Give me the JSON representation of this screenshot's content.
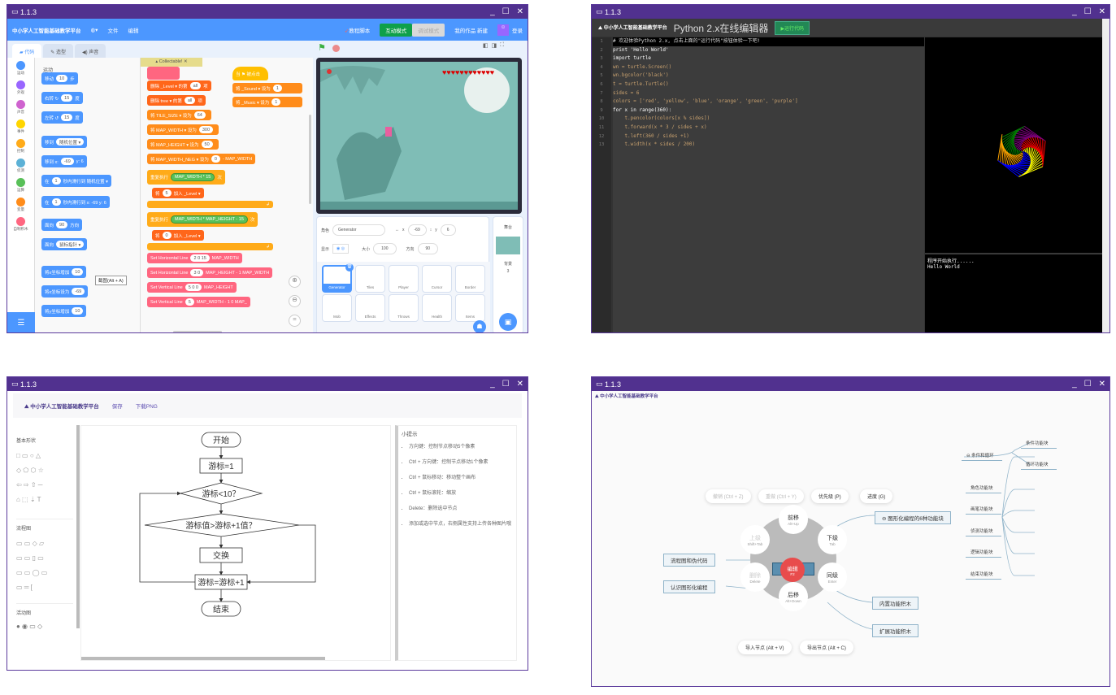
{
  "version": "1.1.3",
  "window_controls": {
    "min": "_",
    "max": "☐",
    "close": "✕"
  },
  "scratch": {
    "app_title": "中小学人工智能基础教学平台",
    "menu_file": "文件",
    "menu_edit": "编辑",
    "tutorial": "教程脚本",
    "mode_normal": "互动模式",
    "mode_other": "调试模式",
    "my_works": "我的作品 新建",
    "login": "登录",
    "tabs": [
      "代码",
      "造型",
      "声音"
    ],
    "categories": [
      {
        "label": "运动",
        "color": "#4c97ff"
      },
      {
        "label": "外观",
        "color": "#9966ff"
      },
      {
        "label": "声音",
        "color": "#cf63cf"
      },
      {
        "label": "事件",
        "color": "#ffd500"
      },
      {
        "label": "控制",
        "color": "#ffab19"
      },
      {
        "label": "侦测",
        "color": "#5cb1d6"
      },
      {
        "label": "运算",
        "color": "#59c059"
      },
      {
        "label": "变量",
        "color": "#ff8c1a"
      },
      {
        "label": "自制积木",
        "color": "#ff6680"
      }
    ],
    "palette_heading": "运动",
    "palette": [
      [
        "移动",
        "10",
        "步"
      ],
      [
        "右转 ↻",
        "15",
        "度"
      ],
      [
        "左转 ↺",
        "15",
        "度"
      ],
      [
        "移到",
        "随机位置 ▾",
        ""
      ],
      [
        "移到 x:",
        "-69",
        "y: 6"
      ],
      [
        "在",
        "1",
        "秒内滑行到 随机位置 ▾"
      ],
      [
        "在",
        "1",
        "秒内滑行到 x: -69 y: 6"
      ],
      [
        "面向",
        "90",
        "方向"
      ],
      [
        "面向",
        "鼠标指针 ▾",
        ""
      ],
      [
        "将x坐标增加",
        "10",
        ""
      ],
      [
        "将x坐标设为",
        "-69",
        ""
      ],
      [
        "将y坐标增加",
        "10",
        ""
      ]
    ],
    "sprite_tab": "Collectable!",
    "tooltip": "截图(Alt + A)",
    "scripts": [
      {
        "t": "删除 _Level ▾ 的第",
        "v": "all",
        "e": "项",
        "c": "#ff661a"
      },
      {
        "t": "删除 tree ▾ 的第",
        "v": "all",
        "e": "项",
        "c": "#ff661a"
      },
      {
        "t": "将 TILE_SIZE ▾ 设为",
        "v": "64",
        "e": "",
        "c": "#ff8c1a"
      },
      {
        "t": "将 MAP_WIDTH ▾ 设为",
        "v": "300",
        "e": "",
        "c": "#ff8c1a"
      },
      {
        "t": "将 MAP_HEIGHT ▾ 设为",
        "v": "50",
        "e": "",
        "c": "#ff8c1a"
      },
      {
        "t": "将 MAP_WIDTH_NEG ▾ 设为",
        "v": "0",
        "e": "- MAP_WIDTH",
        "c": "#ff8c1a"
      },
      {
        "t": "重复执行",
        "v": "MAP_WIDTH * 15",
        "e": "次",
        "c": "#ffab19"
      },
      {
        "t": "将",
        "v": "5",
        "e": "加入 _Level ▾",
        "c": "#ff661a"
      },
      {
        "t": "重复执行",
        "v": "MAP_WIDTH * MAP_HEIGHT - 15",
        "e": "次",
        "c": "#ffab19"
      },
      {
        "t": "将",
        "v": "0",
        "e": "加入 _Level ▾",
        "c": "#ff661a"
      },
      {
        "t": "Set Horizontal Line",
        "v": "2 0 15",
        "e": "MAP_WIDTH",
        "c": "#ff6680"
      },
      {
        "t": "Set Horizontal Line",
        "v": "3 0",
        "e": "MAP_HEIGHT - 1  MAP_WIDTH",
        "c": "#ff6680"
      },
      {
        "t": "Set Vertical Line",
        "v": "5 0 0",
        "e": "MAP_HEIGHT",
        "c": "#ff6680"
      },
      {
        "t": "Set Vertical Line",
        "v": "5",
        "e": "MAP_WIDTH - 1  0  MAP_",
        "c": "#ff6680"
      }
    ],
    "hat": "当 ⚑ 被点击",
    "hat_blocks": [
      [
        "将 _Sound ▾ 设为",
        "1"
      ],
      [
        "将 _Music ▾ 设为",
        "1"
      ]
    ],
    "sprite_info": {
      "sprite_label": "角色",
      "sprite_name": "Generator",
      "x_label": "x",
      "x": "-69",
      "y_label": "y",
      "y": "6",
      "show_label": "显示",
      "size_label": "大小",
      "size": "100",
      "dir_label": "方向",
      "dir": "90"
    },
    "sprites": [
      "Generator",
      "Tiles",
      "Player",
      "Cursor",
      "Border",
      "Mob",
      "Effects",
      "Throws",
      "Health",
      "Items"
    ],
    "stage_label": "舞台",
    "backdrop_label": "背景",
    "backdrop_count": "3"
  },
  "python": {
    "logo": "中小学人工智能基础教学平台",
    "title": "Python 2.x在线编辑器",
    "run": "▶运行代码",
    "lines": [
      "# 欢迎体验Python 2.x, 点击上面的\"运行代码\"按钮体验一下吧!",
      "print 'Hello World'",
      "import turtle",
      "wn = turtle.Screen()",
      "wn.bgcolor('black')",
      "t = turtle.Turtle()",
      "sides = 6",
      "colors = ['red', 'yellow', 'blue', 'orange', 'green', 'purple']",
      "for x in range(360):",
      "    t.pencolor(colors[x % sides])",
      "    t.forward(x * 3 / sides + x)",
      "    t.left(360 / sides +1)",
      "    t.width(x * sides / 200)"
    ],
    "output": [
      "程序开始执行......",
      "Hello World"
    ]
  },
  "flow": {
    "logo": "中小学人工智能基础教学平台",
    "save": "保存",
    "download": "下载PNG",
    "sections": [
      "基本形状",
      "流程图",
      "活动图"
    ],
    "nodes": {
      "start": "开始",
      "init": "游标=1",
      "cond1": "游标<10？",
      "cond2": "游标值>游标+1值？",
      "swap": "交换",
      "inc": "游标=游标+1",
      "end": "结束"
    },
    "hint_title": "小提示",
    "hints": [
      "方向键：控制节点移动5个像素",
      "Ctrl + 方向键：控制节点移动1个像素",
      "Ctrl + 鼠标移动：移动整个画布",
      "Ctrl + 鼠标滚轮：缩放",
      "Delete：删除选中节点",
      "添加或选中节点，右侧属性支持上传各种图片哦"
    ]
  },
  "mind": {
    "logo": "中小学人工智能基础教学平台",
    "toolbar": [
      {
        "label": "撤销 (Ctrl + Z)",
        "dim": true
      },
      {
        "label": "重做 (Ctrl + Y)",
        "dim": true
      },
      {
        "label": "优先级 (P)",
        "dim": false
      },
      {
        "label": "进度 (G)",
        "dim": false
      }
    ],
    "bottom": [
      "导入节点 (Alt + V)",
      "导出节点 (Alt + C)"
    ],
    "center": {
      "label": "编辑",
      "key": "F2"
    },
    "ring": [
      {
        "label": "前移",
        "key": "Alt+Up"
      },
      {
        "label": "下级",
        "key": "Tab"
      },
      {
        "label": "同级",
        "key": "Enter"
      },
      {
        "label": "后移",
        "key": "Alt+Down"
      },
      {
        "label": "删除",
        "key": "Delete"
      },
      {
        "label": "上级",
        "key": "Shift+Tab"
      }
    ],
    "main_branch": "图形化编程的6种功能块",
    "leaves": [
      "条件和循环",
      "角色功能块",
      "画笔功能块",
      "侦测功能块",
      "逻辑功能块",
      "结束功能块"
    ],
    "sub_leaves": [
      "条件功能块",
      "循环功能块"
    ],
    "left_nodes": [
      "流程图和伪代码",
      "认识图形化编程"
    ],
    "right_nodes": [
      "内置功能积木",
      "扩展功能积木"
    ]
  }
}
